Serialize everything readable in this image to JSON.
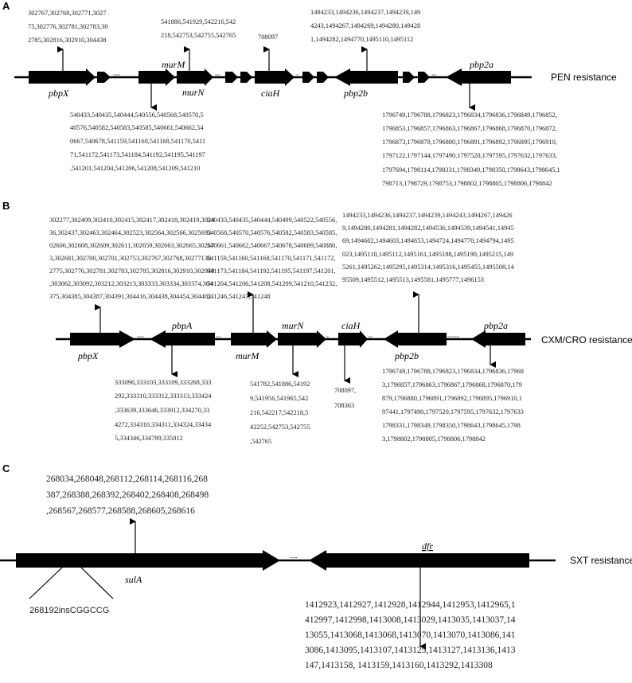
{
  "panelA": {
    "label": "A",
    "resistance": "PEN resistance",
    "genes": [
      "pbpX",
      "murM",
      "murN",
      "ciaH",
      "pbp2b",
      "pbp2a"
    ],
    "top": [
      [
        "302767,302768,302771,3027",
        "75,302776,302781,302783,30",
        "2785,302816,302910,304438"
      ],
      [
        "541886,541929,542216,542",
        "218,542753,542755,542765"
      ],
      [
        "708097"
      ],
      [
        "1494233,1494236,1494237,1494239,149",
        "4243,1494267,1494269,1494280,149428",
        "1,1494282,1494770,1495110,1495112"
      ]
    ],
    "bottom": [
      [
        "540433,540435,540444,540556,540568,540570,5",
        "40576,540582,540583,540585,540661,540662,54",
        "0667,540678,541159,541160,541168,541170,5411",
        "71,541172,541173,541184,541192,541195,541197",
        ",541201,541204,541206,541208,541209,541210"
      ],
      [
        "1796749,1796788,1796823,1796834,1796836,1796849,1796852,",
        "1796853,1796857,1796863,1796867,1796868,1796870,1796872,",
        "1796873,1796879,1796880,1796891,1796892,1796895,1796910,",
        "1797122,1797144,1797490,1797520,1797595,1797632,1797633,",
        "1797694,1798114,1798331,1798349,1798350,1798643,1798645,1",
        "798713,1798729,1798753,1798802,1798805,1798806,1798842"
      ]
    ]
  },
  "panelB": {
    "label": "B",
    "resistance": "CXM/CRO resistance",
    "genes": [
      "pbpX",
      "pbpA",
      "murM",
      "murN",
      "ciaH",
      "pbp2b",
      "pbp2a"
    ],
    "top": [
      [
        "302277,302409,302410,302415,302417,302418,302419,3024",
        "36,302437,302463,302464,302523,302564,302566,3025693",
        "02606,302608,302609,302611,302659,302663,302665,30267",
        "3,302681,302700,302701,302753,302767,302768,30277130",
        "2775,302776,302781,302783,302785,302816,302910,302949",
        ",303062,303092,303212,303213,303333,303334,303374,304",
        "375,304385,304387,304391,304416,304438,304454,304462"
      ],
      [
        "540433,540435,540444,540499,540522,540556,",
        "540568,540570,540576,540582,540583,540585,",
        "540661,540662,540667,540678,540689,540880,",
        "541159,541160,541168,541170,541171,541172,",
        "541173,541184,541192,541195,541197,541201,",
        "541204,541206,541208,541209,541210,541232,",
        "541246,541247,541248"
      ],
      [
        "1494233,1494236,1494237,1494239,1494243,1494267,149426",
        "9,1494280,1494281,1494282,1494536,1494539,1494541,14945",
        "69,1494602,1494603,1494653,1494724,1494770,1494794,1495",
        "023,1495110,1495112,1495161,1495188,1495190,1495215,149",
        "5261,1495262,1495295,1495314,1495316,1495455,1495508,14",
        "95509,1495512,1495513,1495581,1495777,1496153"
      ]
    ],
    "bottom": [
      [
        "333096,333103,333109,333268,333",
        "292,333310,333312,333313,333424",
        ",333639,333646,333912,334270,33",
        "4272,334310,334311,334324,33434",
        "5,334346,334789,335012"
      ],
      [
        "541782,541886,54192",
        "9,541956,541965,542",
        "216,542217,542218,5",
        "42252,542753,542755",
        ",542765"
      ],
      [
        "708097,",
        "708363"
      ],
      [
        "1796749,1796788,1796823,1796834,1796836,17968",
        "3,1796857,1796863,1796867,1796868,1796870,179",
        "879,1796880,1796891,1796892,1796895,1796910,1",
        "97441,1797490,1797520,1797595,1797632,1797633",
        "1798331,1798349,1798350,1798643,1798645,1798",
        "3,1798802,1798805,1798806,1798842"
      ]
    ]
  },
  "panelC": {
    "label": "C",
    "resistance": "SXT resistance",
    "genes": [
      "sulA",
      "dfr"
    ],
    "top": [
      [
        "268034,268048,268112,268114,268116,268",
        "387,268388,268392,268402,268408,268498",
        ",268567,268577,268588,268605,268616"
      ]
    ],
    "insertion": "268192insCGGCCG",
    "bottom": [
      [
        "1412923,1412927,1412928,1412944,1412953,1412965,1",
        "412997,1412998,1413008,1413029,1413035,1413037,14",
        "13055,1413068,1413068,1413070,1413070,1413086,141",
        "3086,1413095,1413107,1413125,1413127,1413136,1413",
        "147,1413158, 1413159,1413160,1413292,1413308"
      ]
    ]
  }
}
